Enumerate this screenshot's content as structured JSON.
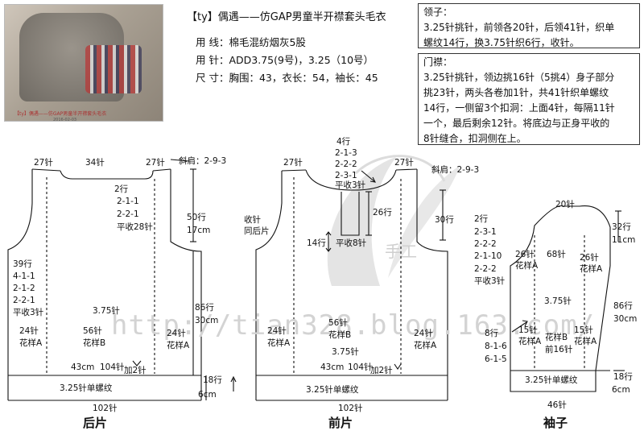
{
  "header": {
    "title": "【ty】偶遇——仿GAP男童半开襟套头毛衣",
    "yarn": "用  线：棉毛混纺烟灰5股",
    "needle": "用  针：ADD3.75(9号)，3.25（10号）",
    "size": "尺  寸：胸围：43，衣长：54，袖长：45"
  },
  "photo": {
    "caption": "【ty】偶遇——仿GAP男童半开襟套头毛衣",
    "date": "2016-02-03"
  },
  "collar_box": {
    "heading": "领子：",
    "lines": [
      "3.25针挑针，前领各20针，后领41针，织单",
      "螺纹14行，换3.75针织6行，收针。"
    ]
  },
  "placket_box": {
    "heading": "门襟：",
    "lines": [
      "3.25针挑针，领边挑16针（5挑4）身子部分",
      "挑23针，两头各卷加1针，共41针织单螺纹",
      "14行，一侧留3个扣洞：上面4针，每隔11针",
      "一个，最后剩余12针。将底边与正身平收的",
      "8针缝合，扣洞侧在上。"
    ]
  },
  "watermark": {
    "url": "http://tian328.blog.163.com/",
    "mark": "手工"
  },
  "back": {
    "title": "后片",
    "shoulder_l": "27针",
    "neck": "34针",
    "shoulder_r": "27针",
    "slope": "斜肩：2-9-3",
    "neck_dec": [
      "2行",
      "2-1-1",
      "2-2-1",
      "平收28针"
    ],
    "armhole_rows": "50行",
    "armhole_cm": "17cm",
    "armhole_shape": [
      "39行",
      "4-1-1",
      "2-1-2",
      "2-2-1",
      "平收3针"
    ],
    "note": [
      "收针",
      "同后片"
    ],
    "needle": "3.75针",
    "body_rows": "86行",
    "body_cm": "30cm",
    "pattern_a_l": [
      "24针",
      "花样A"
    ],
    "pattern_b": [
      "56针",
      "花样B"
    ],
    "pattern_a_r": [
      "24针",
      "花样A"
    ],
    "width_cm": "43cm",
    "total_st": "104针",
    "inc": "加2针",
    "rib": "3.25针单螺纹",
    "rib_rows": "18行",
    "rib_cm": "6cm",
    "bottom": "102针"
  },
  "front": {
    "title": "前片",
    "shoulder_l": "27针",
    "shoulder_r": "27针",
    "neck_dec": [
      "4行",
      "2-1-3",
      "2-2-2",
      "2-3-1",
      "平收3针"
    ],
    "slope": "斜肩：2-9-3",
    "armhole_rows": "30行",
    "placket_rows": "26行",
    "placket_side": "14行",
    "placket_bind": "平收8针",
    "pattern_a_l": [
      "24针",
      "花样A"
    ],
    "pattern_b": [
      "56针",
      "花样B"
    ],
    "pattern_a_r": [
      "24针",
      "花样A"
    ],
    "needle": "3.75针",
    "width_cm": "43cm",
    "total_st": "104针",
    "inc": "加2针",
    "rib": "3.25针单螺纹",
    "bottom": "102针"
  },
  "sleeve": {
    "title": "袖子",
    "cap_top": "20针",
    "cap_dec": [
      "2行",
      "2-3-1",
      "2-2-2",
      "2-1-10",
      "2-2-2",
      "平收3针"
    ],
    "cap_rows": "32行",
    "cap_cm": "11cm",
    "pat_a_l": [
      "26针",
      "花样A"
    ],
    "center_st": "68针",
    "pat_a_r": [
      "26针",
      "花样A"
    ],
    "needle": "3.75针",
    "inc": [
      "8行",
      "8-1-6",
      "6-1-5"
    ],
    "pat_a_l2": [
      "15针",
      "花样A"
    ],
    "pat_b": [
      "花样B",
      "前16针"
    ],
    "pat_a_r2": [
      "15针",
      "花样A"
    ],
    "body_rows": "86行",
    "body_cm": "30cm",
    "rib": "3.25针单螺纹",
    "rib_rows": "18行",
    "rib_cm": "6cm",
    "bottom": "46针"
  }
}
